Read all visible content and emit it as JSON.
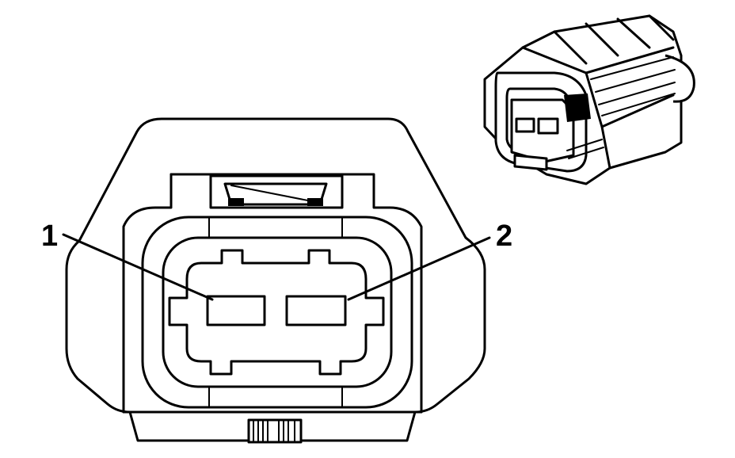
{
  "callouts": [
    {
      "id": "pin-1",
      "label": "1"
    },
    {
      "id": "pin-2",
      "label": "2"
    }
  ],
  "colors": {
    "line": "#000000",
    "background": "#ffffff"
  }
}
